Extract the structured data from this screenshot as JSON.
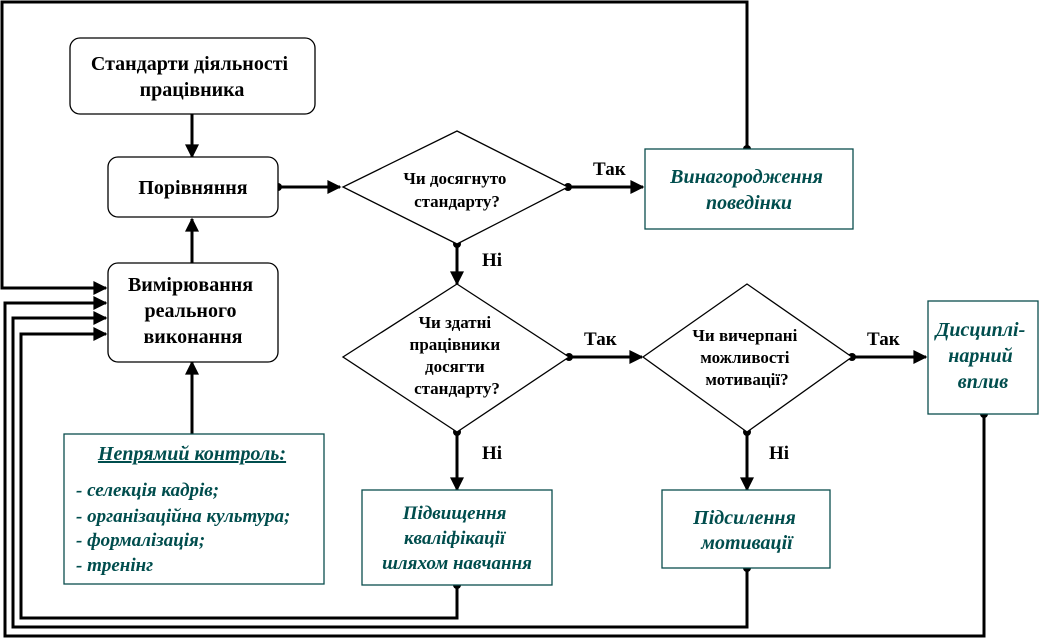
{
  "nodes": {
    "standards": [
      "Стандарти діяльності",
      "працівника"
    ],
    "comparison": [
      "Порівняння"
    ],
    "measurement": [
      "Вимірювання",
      "реального",
      "виконання"
    ],
    "indirect_title": "Непрямий контроль:",
    "indirect_items": [
      "- селекція кадрів;",
      "- організаційна культура;",
      "- формалізація;",
      "- тренінг"
    ],
    "q_reached": [
      "Чи досягнуто",
      "стандарту?"
    ],
    "reward": [
      "Винагородження",
      "поведінки"
    ],
    "q_able": [
      "Чи здатні",
      "працівники",
      "досягти",
      "стандарту?"
    ],
    "q_motivation": [
      "Чи вичерпані",
      "можливості",
      "мотивації?"
    ],
    "discipline": [
      "Дисциплі-",
      "нарний",
      "вплив"
    ],
    "training": [
      "Підвищення",
      "кваліфікації",
      "шляхом навчання"
    ],
    "motivation": [
      "Підсилення",
      "мотивації"
    ]
  },
  "edge_labels": {
    "yes_1": "Так",
    "no_1": "Ні",
    "yes_2": "Так",
    "yes_3": "Так",
    "no_2": "Ні",
    "no_3": "Ні"
  },
  "colors": {
    "line": "#000000",
    "teal_text": "#004d4d",
    "teal_border": "#0b4d4d"
  }
}
